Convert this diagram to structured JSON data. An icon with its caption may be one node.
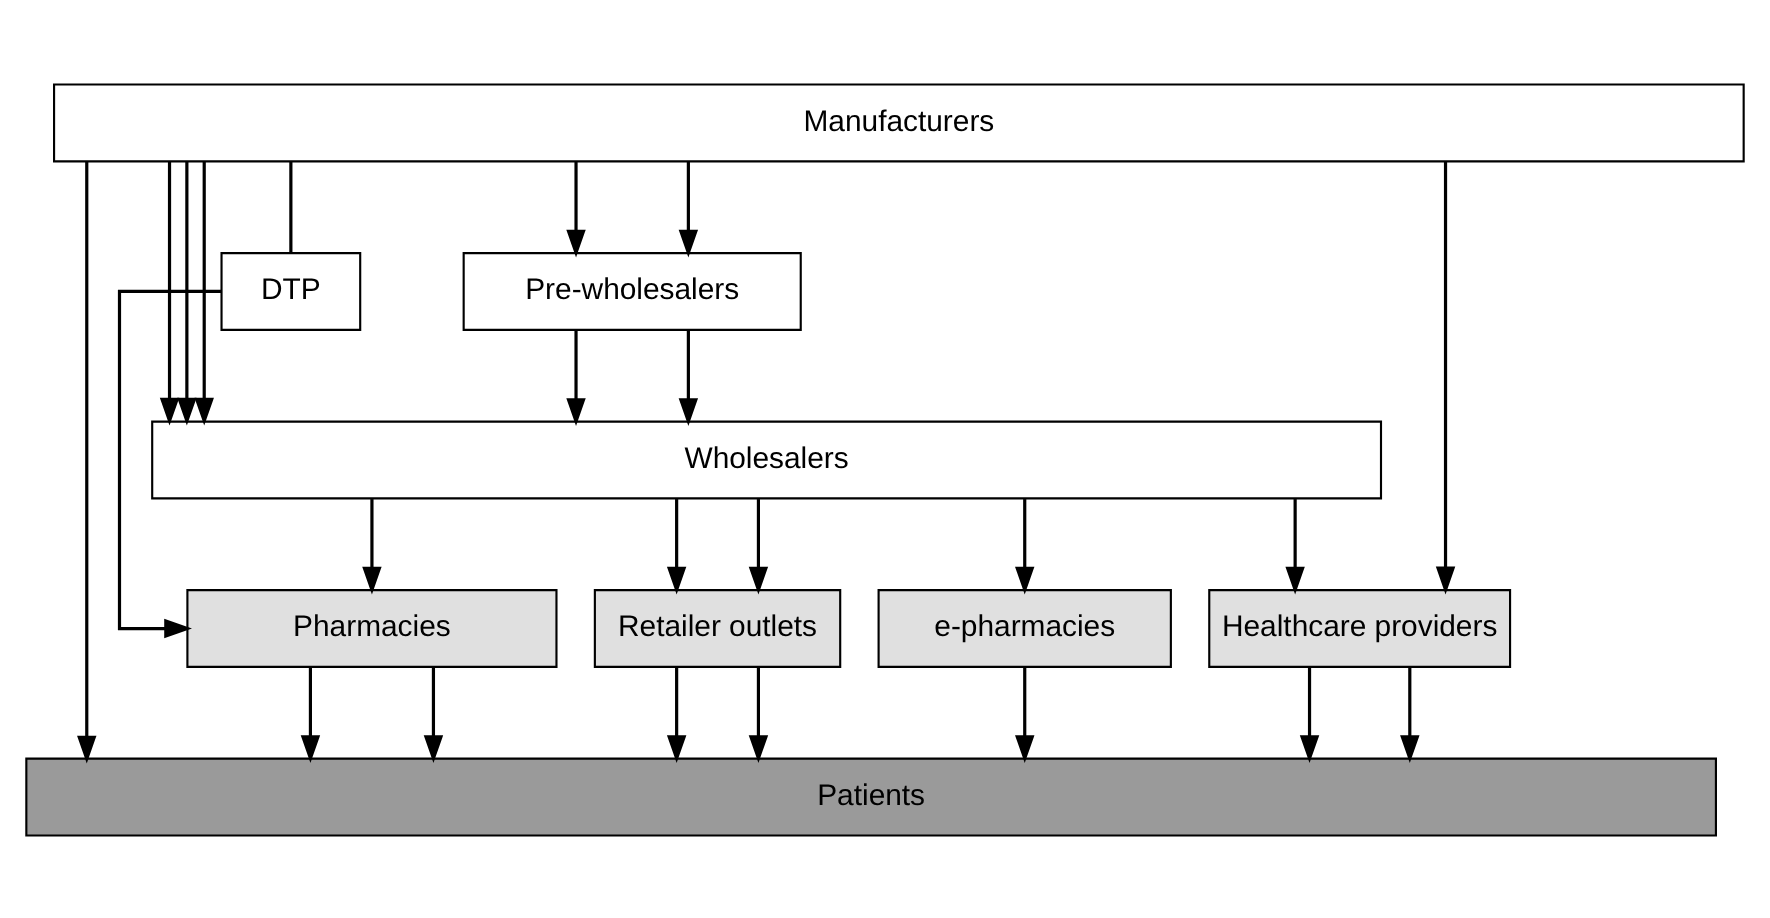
{
  "diagram": {
    "nodes": [
      {
        "text": [
          "Manufacturers"
        ]
      },
      {
        "text": [
          "DTP"
        ]
      },
      {
        "text": [
          "Pre-wholesalers"
        ]
      },
      {
        "text": [
          "Wholesalers"
        ]
      },
      {
        "text": [
          "Pharmacies"
        ]
      },
      {
        "text": [
          "Retailer outlets"
        ]
      },
      {
        "text": [
          "e-pharmacies"
        ]
      },
      {
        "text": [
          "Healthcare providers"
        ]
      },
      {
        "text": [
          "Patients"
        ]
      }
    ],
    "edges": [
      {
        "from": 0,
        "to": 1,
        "arrow": "none"
      },
      {
        "from": 0,
        "to": 2,
        "arrow": "to"
      },
      {
        "from": 0,
        "to": 2,
        "arrow": "to"
      },
      {
        "from": 0,
        "to": 3,
        "arrow": "to"
      },
      {
        "from": 0,
        "to": 3,
        "arrow": "to"
      },
      {
        "from": 0,
        "to": 3,
        "arrow": "to"
      },
      {
        "from": 0,
        "to": 7,
        "arrow": "to"
      },
      {
        "from": 0,
        "to": 8,
        "arrow": "to"
      },
      {
        "from": 1,
        "to": 4,
        "arrow": "to"
      },
      {
        "from": 2,
        "to": 3,
        "arrow": "to"
      },
      {
        "from": 2,
        "to": 3,
        "arrow": "to"
      },
      {
        "from": 3,
        "to": 4,
        "arrow": "to"
      },
      {
        "from": 3,
        "to": 5,
        "arrow": "to"
      },
      {
        "from": 3,
        "to": 5,
        "arrow": "to"
      },
      {
        "from": 3,
        "to": 6,
        "arrow": "to"
      },
      {
        "from": 3,
        "to": 7,
        "arrow": "to"
      },
      {
        "from": 4,
        "to": 8,
        "arrow": "to"
      },
      {
        "from": 4,
        "to": 8,
        "arrow": "to"
      },
      {
        "from": 5,
        "to": 8,
        "arrow": "to"
      },
      {
        "from": 5,
        "to": 8,
        "arrow": "to"
      },
      {
        "from": 6,
        "to": 8,
        "arrow": "to"
      },
      {
        "from": 7,
        "to": 8,
        "arrow": "to"
      },
      {
        "from": 7,
        "to": 8,
        "arrow": "to"
      }
    ]
  }
}
